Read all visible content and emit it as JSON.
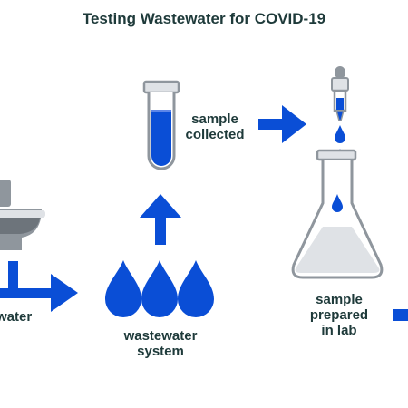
{
  "title": "Testing Wastewater for COVID-19",
  "steps": {
    "toilet_label": "water",
    "system_label_line1": "wastewater",
    "system_label_line2": "system",
    "collected_label_line1": "sample",
    "collected_label_line2": "collected",
    "lab_label_line1": "sample",
    "lab_label_line2": "prepared",
    "lab_label_line3": "in lab"
  },
  "colors": {
    "accent_blue": "#0a4ed6",
    "text_dark": "#1e3a3a",
    "gray_light": "#dfe2e6",
    "gray_mid": "#8f969d",
    "gray_dark": "#6d747b"
  },
  "icons": [
    "toilet-icon",
    "water-drops-icon",
    "test-tube-icon",
    "dropper-icon",
    "flask-icon",
    "arrow-icon"
  ]
}
